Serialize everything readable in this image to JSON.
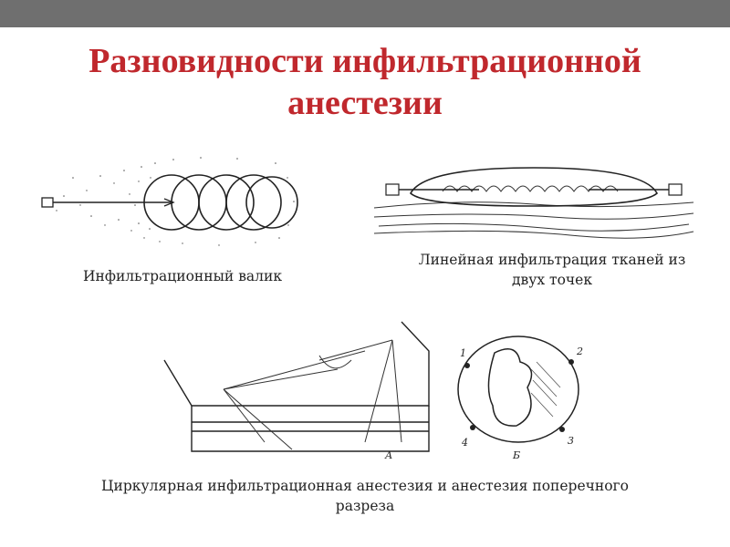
{
  "slide": {
    "title_line1": "Разновидности инфильтрационной",
    "title_line2": "анестезии",
    "title_color": "#c0282d",
    "topbar_color": "#6f6f6f"
  },
  "figures": {
    "infiltration_roller": {
      "caption": "Инфильтрационный валик"
    },
    "linear_infiltration": {
      "caption_line1": "Линейная инфильтрация тканей из",
      "caption_line2": "двух точек"
    },
    "circular": {
      "caption_line1": "Циркулярная инфильтрационная анестезия и анестезия поперечного",
      "caption_line2": "разреза",
      "label_a": "А",
      "label_b": "Б",
      "point_labels": [
        "1",
        "2",
        "3",
        "4"
      ]
    }
  }
}
